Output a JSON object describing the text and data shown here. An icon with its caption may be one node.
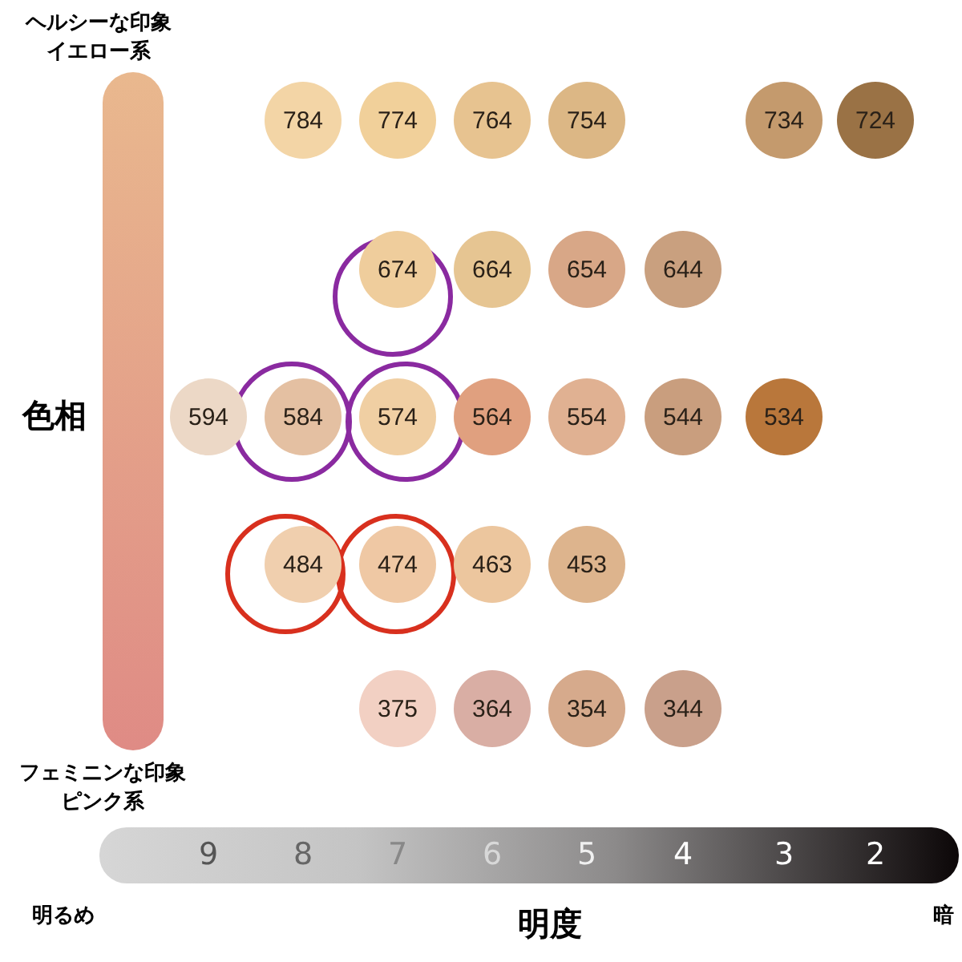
{
  "diagram": {
    "nodes": [
      {
        "text": [
          "784"
        ]
      },
      {
        "text": [
          "774"
        ]
      },
      {
        "text": [
          "764"
        ]
      },
      {
        "text": [
          "754"
        ]
      },
      {
        "text": [
          "734"
        ]
      },
      {
        "text": [
          "724"
        ]
      },
      {
        "text": [
          "674"
        ]
      },
      {
        "text": [
          "664"
        ]
      },
      {
        "text": [
          "654"
        ]
      },
      {
        "text": [
          "644"
        ]
      },
      {
        "text": [
          "594"
        ]
      },
      {
        "text": [
          "584"
        ]
      },
      {
        "text": [
          "574"
        ]
      },
      {
        "text": [
          "564"
        ]
      },
      {
        "text": [
          "554"
        ]
      },
      {
        "text": [
          "544"
        ]
      },
      {
        "text": [
          "534"
        ]
      },
      {
        "text": [
          "484"
        ]
      },
      {
        "text": [
          "474"
        ]
      },
      {
        "text": [
          "463"
        ]
      },
      {
        "text": [
          "453"
        ]
      },
      {
        "text": [
          "375"
        ]
      },
      {
        "text": [
          "364"
        ]
      },
      {
        "text": [
          "354"
        ]
      },
      {
        "text": [
          "344"
        ]
      },
      {
        "text": [],
        "shape": "bar"
      }
    ],
    "labels": [
      "ヘルシーな印象イエロー系",
      "色相",
      "フェミニンな印象ピンク系",
      "9",
      "8",
      "7",
      "6",
      "5",
      "4",
      "3",
      "2",
      "明るめ",
      "明度",
      "暗"
    ]
  }
}
